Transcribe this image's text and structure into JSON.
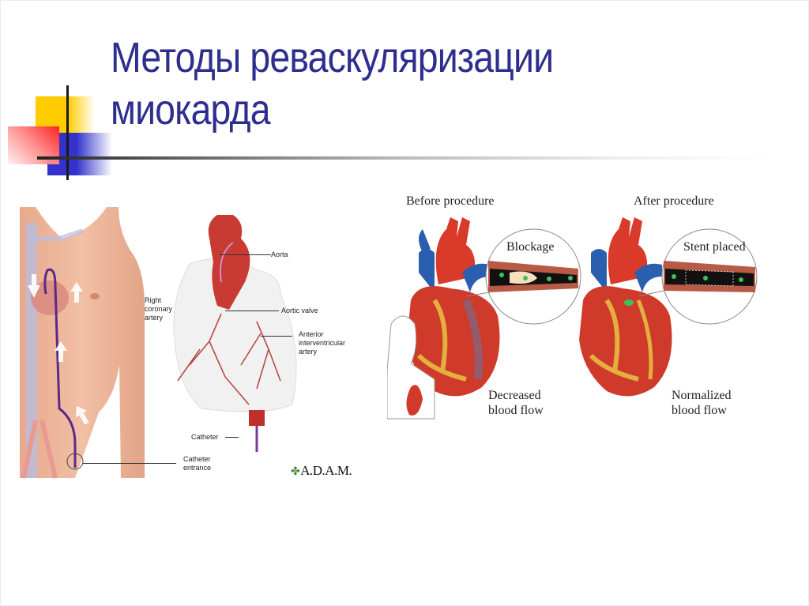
{
  "slide": {
    "title_line1": "Методы реваскуляризации",
    "title_line2": "миокарда",
    "colors": {
      "title": "#2e2e8f",
      "deco_yellow": "#ffcc00",
      "deco_blue": "#3333cc",
      "deco_red": "#ff2222"
    }
  },
  "figure_catheter": {
    "labels": {
      "aorta": "Aorta",
      "right_coronary_artery": "Right\ncoronary\nartery",
      "aortic_valve": "Aortic valve",
      "anterior_interventricular_artery": "Anterior\ninterventricular\nartery",
      "catheter": "Catheter",
      "catheter_entrance": "Catheter\nentrance"
    },
    "credit": "A.D.A.M."
  },
  "figure_stent": {
    "before": {
      "heading": "Before procedure",
      "callout": "Blockage",
      "caption": "Decreased\nblood flow"
    },
    "after": {
      "heading": "After procedure",
      "callout": "Stent placed",
      "caption": "Normalized\nblood flow"
    }
  }
}
